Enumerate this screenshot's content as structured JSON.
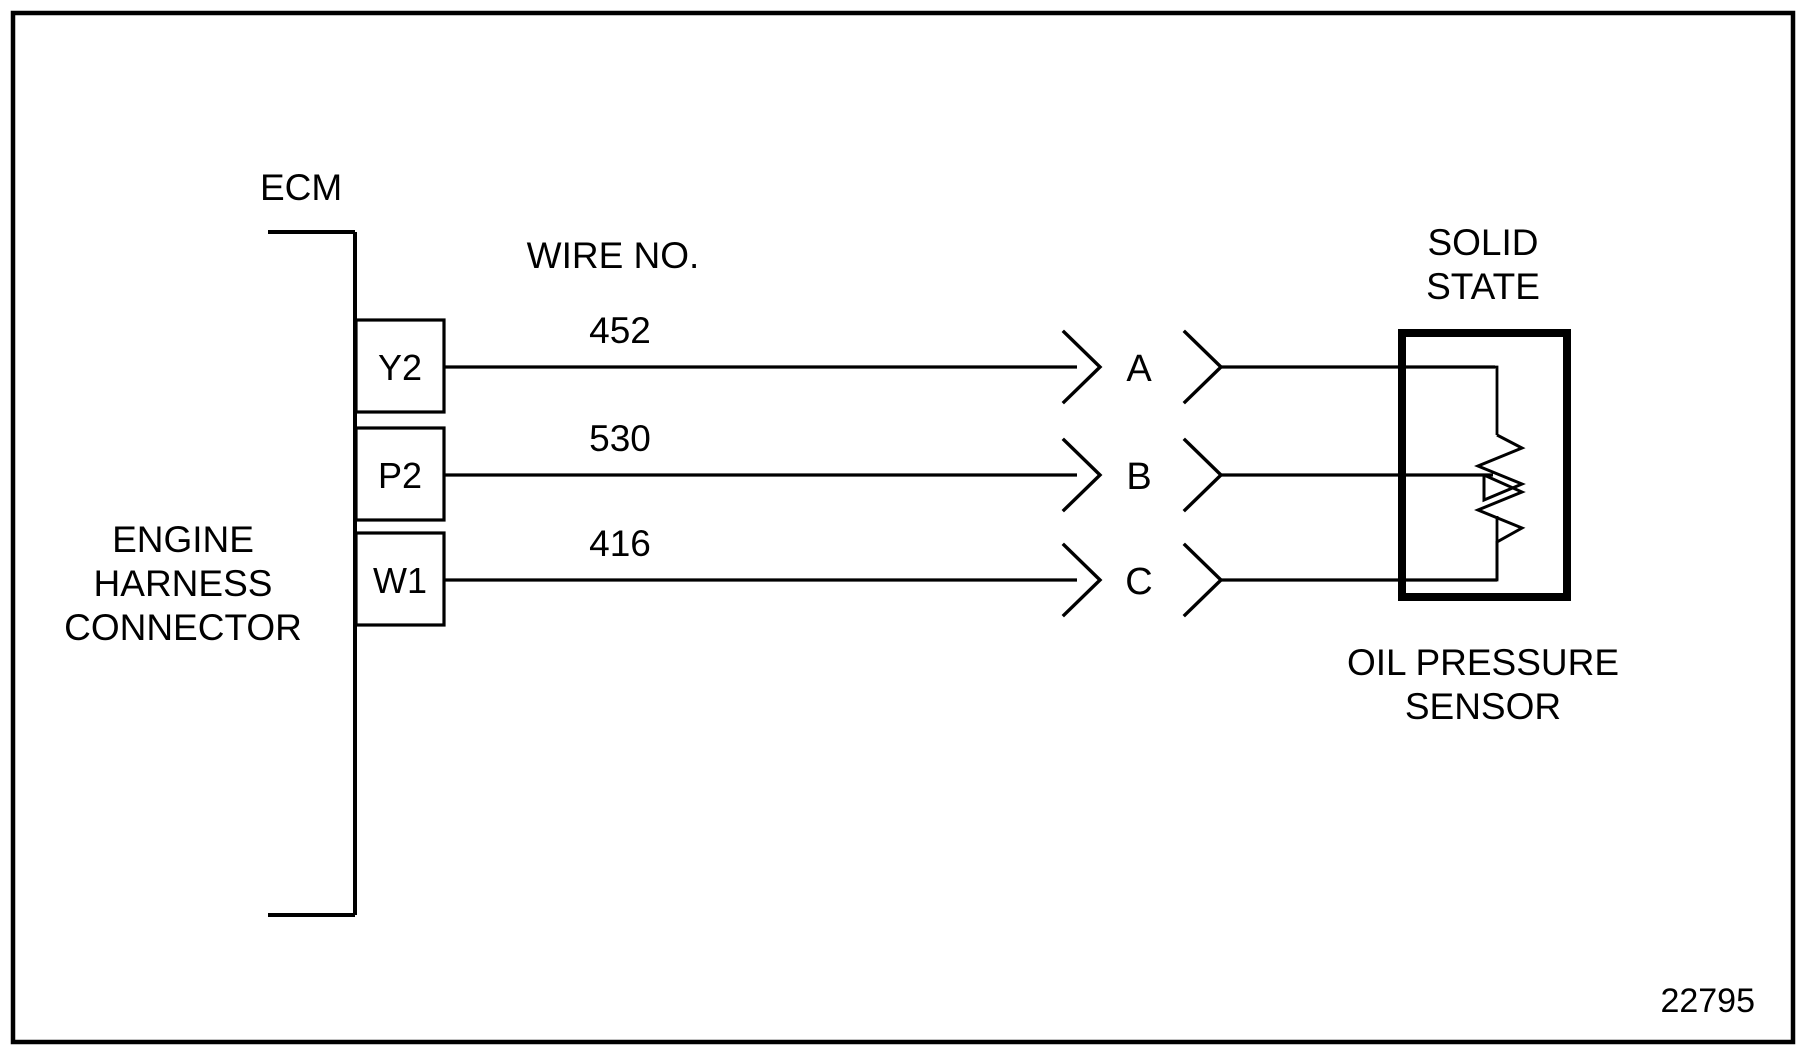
{
  "diagram": {
    "title_code": "22795",
    "ecm_label": "ECM",
    "harness_label_lines": [
      "ENGINE",
      "HARNESS",
      "CONNECTOR"
    ],
    "wire_no_header": "WIRE NO.",
    "solid_state_lines": [
      "SOLID",
      "STATE"
    ],
    "sensor_label_lines": [
      "OIL PRESSURE",
      "SENSOR"
    ],
    "colors": {
      "ink": "#000000",
      "paper": "#ffffff"
    },
    "connections": [
      {
        "pin": "Y2",
        "wire_no": "452",
        "terminal": "A"
      },
      {
        "pin": "P2",
        "wire_no": "530",
        "terminal": "B"
      },
      {
        "pin": "W1",
        "wire_no": "416",
        "terminal": "C"
      }
    ]
  }
}
